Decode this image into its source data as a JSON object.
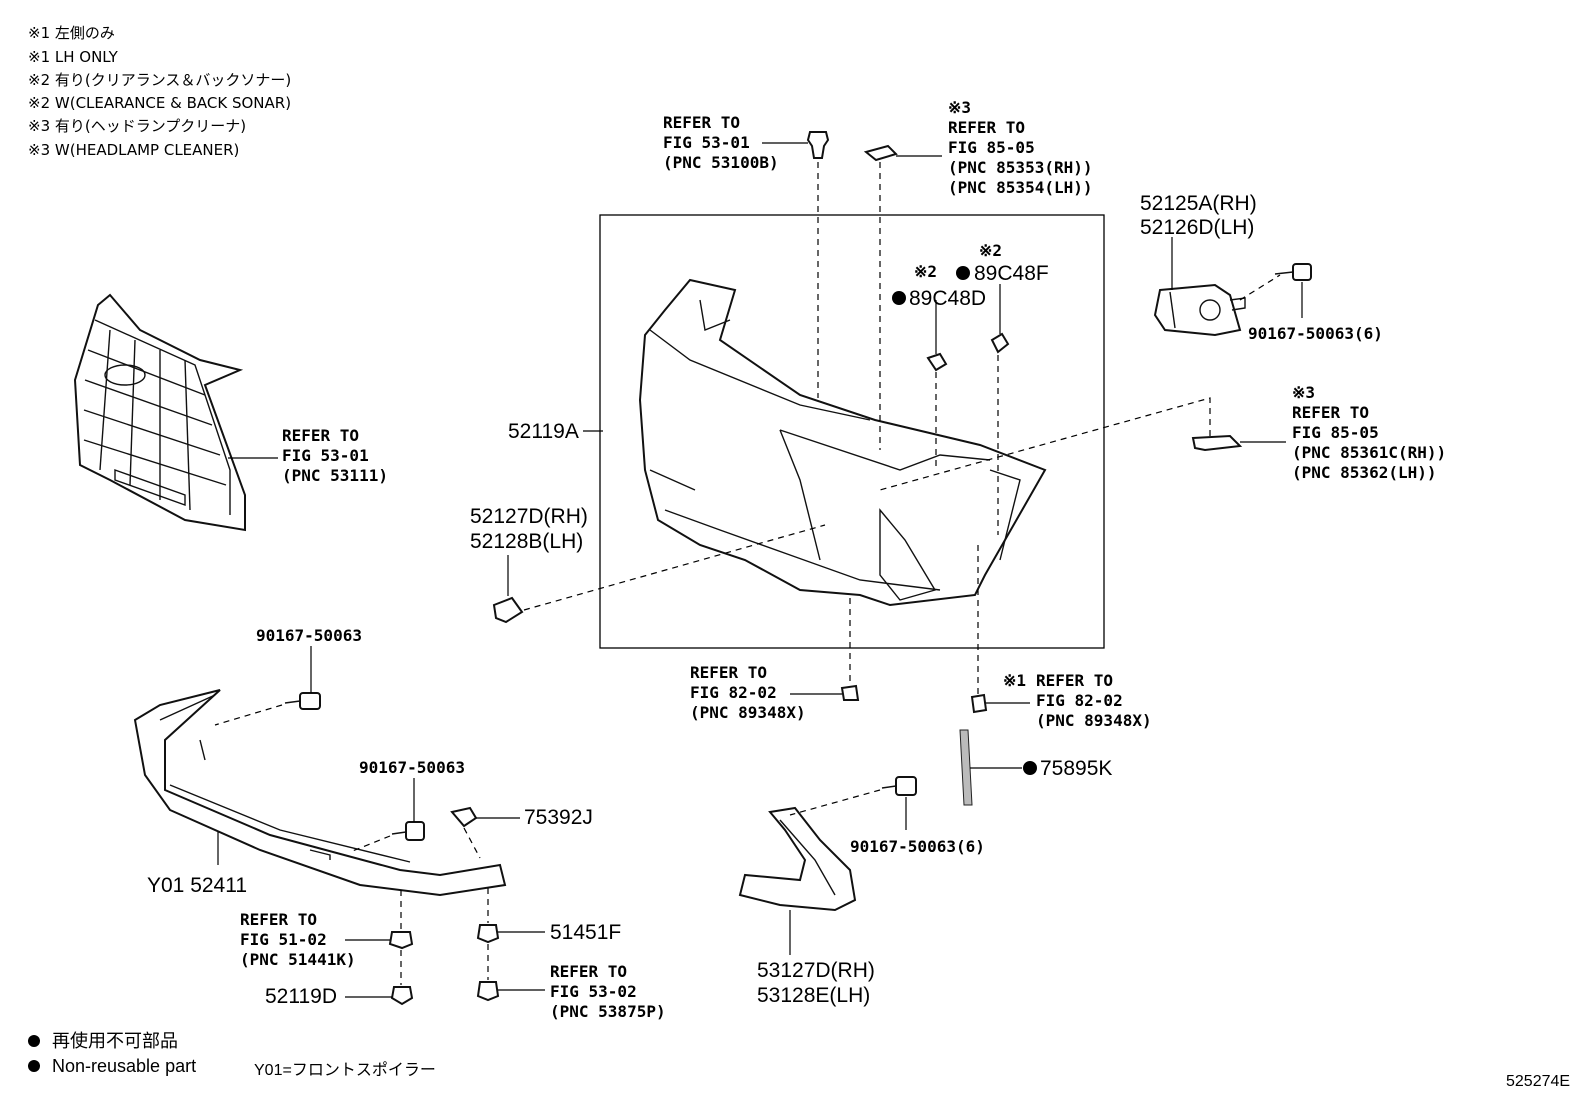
{
  "notes": [
    "※1 左側のみ",
    "※1 LH ONLY",
    "※2 有り(クリアランス＆バックソナー)",
    "※2 W(CLEARANCE & BACK SONAR)",
    "※3 有り(ヘッドランプクリーナ)",
    "※3 W(HEADLAMP CLEANER)"
  ],
  "labels": {
    "refer_53100b": [
      "REFER TO",
      "FIG 53-01",
      "(PNC 53100B)"
    ],
    "refer_85353": [
      "※3",
      "REFER TO",
      "FIG 85-05",
      "(PNC 85353(RH))",
      "(PNC 85354(LH))"
    ],
    "part_52125a": [
      "52125A(RH)",
      "52126D(LH)"
    ],
    "part_90167_6_top": "90167-50063(6)",
    "refer_85361c": [
      "※3",
      "REFER TO",
      "FIG 85-05",
      "(PNC 85361C(RH))",
      "(PNC 85362(LH))"
    ],
    "sonar_89c48f": [
      "※2",
      "89C48F"
    ],
    "sonar_89c48d": [
      "※2",
      "89C48D"
    ],
    "refer_53111": [
      "REFER TO",
      "FIG 53-01",
      "(PNC 53111)"
    ],
    "part_52119a": "52119A",
    "part_52127d": [
      "52127D(RH)",
      "52128B(LH)"
    ],
    "part_90167_left": "90167-50063",
    "refer_89348x_a": [
      "REFER TO",
      "FIG 82-02",
      "(PNC 89348X)"
    ],
    "refer_89348x_b": [
      "※1",
      "REFER TO",
      "FIG 82-02",
      "(PNC 89348X)"
    ],
    "part_75895k": "75895K",
    "part_90167_mid": "90167-50063",
    "part_75392j": "75392J",
    "part_90167_6_bottom": "90167-50063(6)",
    "part_y01_52411": "Y01 52411",
    "refer_51441k": [
      "REFER TO",
      "FIG 51-02",
      "(PNC 51441K)"
    ],
    "part_51451f": "51451F",
    "part_53127d": [
      "53127D(RH)",
      "53128E(LH)"
    ],
    "part_52119d": "52119D",
    "refer_53875p": [
      "REFER TO",
      "FIG 53-02",
      "(PNC 53875P)"
    ]
  },
  "legend": {
    "non_reusable_jp": "再使用不可部品",
    "non_reusable_en": "Non-reusable part",
    "y01": "Y01=フロントスポイラー"
  },
  "diagram_code": "525274E"
}
